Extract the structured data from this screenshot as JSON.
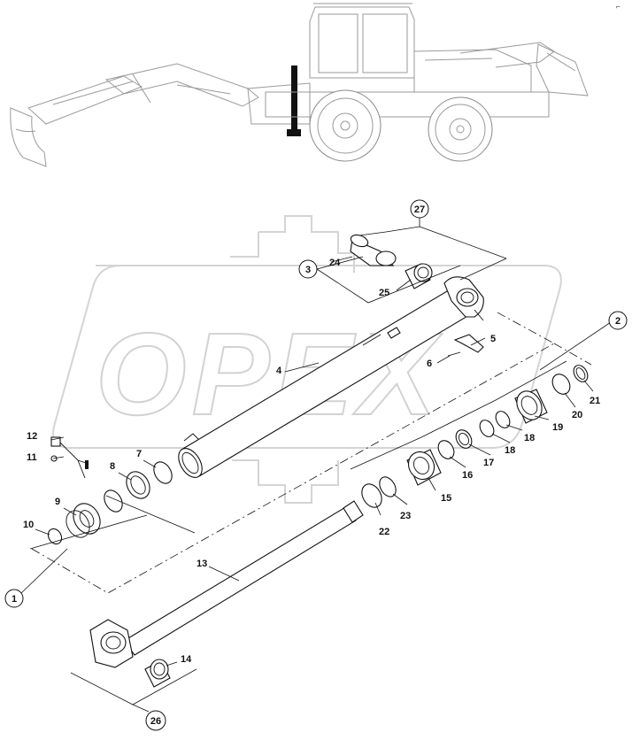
{
  "diagram": {
    "corner_mark": "⌐",
    "watermark": "OPEX",
    "part_callouts": [
      "4",
      "5",
      "6",
      "7",
      "8",
      "9",
      "10",
      "11",
      "12",
      "13",
      "14",
      "15",
      "16",
      "17",
      "18",
      "18",
      "19",
      "20",
      "21",
      "22",
      "23",
      "24",
      "25"
    ],
    "reference_circles": [
      "1",
      "2",
      "3",
      "26",
      "27"
    ]
  }
}
